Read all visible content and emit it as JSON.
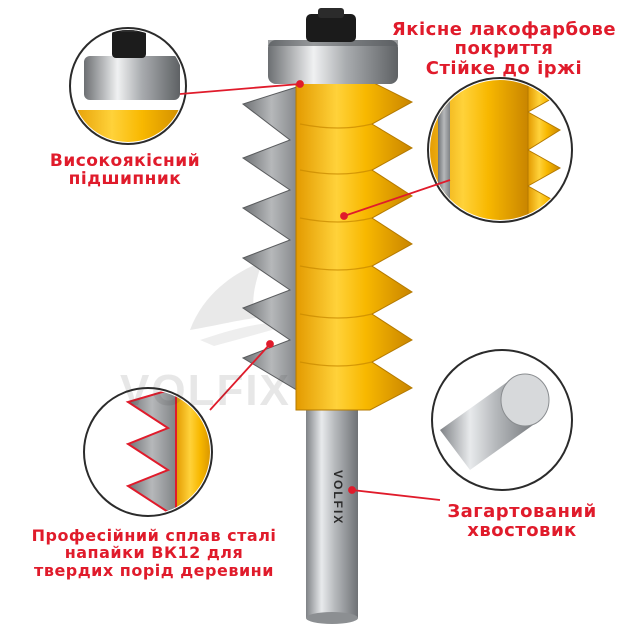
{
  "callouts": {
    "coating": [
      "Якісне лакофарбове",
      "покриття",
      "Стійке до іржі"
    ],
    "bearing": [
      "Високоякісний",
      "підшипник"
    ],
    "shank": [
      "Загартований",
      "хвостовик"
    ],
    "alloy": [
      "Професійний сплав сталі",
      "напайки ВК12 для",
      "твердих порід деревини"
    ]
  },
  "shank_engraving": "VOLFIX",
  "watermark": "VOLFIX",
  "colors": {
    "callout_red": "#e01b2b",
    "body_yellow": "#f7b500",
    "carbide_gray": "#9a9c9e",
    "shank_steel": "#b9bcbf"
  },
  "icons": [
    "bearing-zoom-icon",
    "coating-zoom-icon",
    "carbide-teeth-zoom-icon",
    "shank-end-zoom-icon"
  ]
}
